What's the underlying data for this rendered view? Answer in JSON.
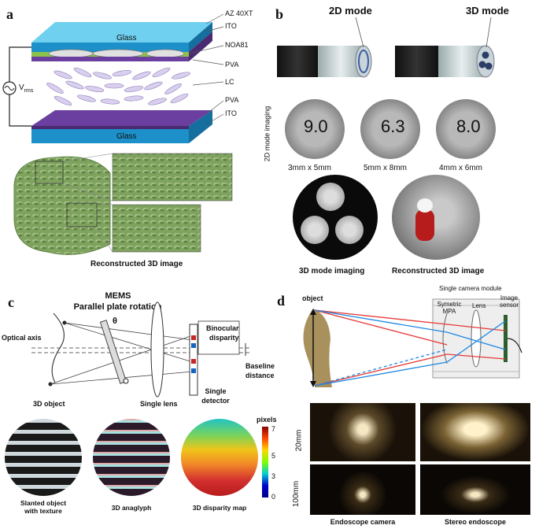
{
  "panel_a": {
    "letter": "a",
    "layers": {
      "az": "AZ 40XT",
      "ito_top": "ITO",
      "noa": "NOA81",
      "pva_top": "PVA",
      "lc": "LC",
      "pva_bottom": "PVA",
      "ito_bottom": "ITO"
    },
    "glass_top": "Glass",
    "glass_bottom": "Glass",
    "voltage": "V",
    "voltage_sub": "rms",
    "caption": "Reconstructed 3D image"
  },
  "panel_b": {
    "letter": "b",
    "mode_2d": "2D mode",
    "mode_3d": "3D mode",
    "side_label": "2D mode imaging",
    "targets": [
      {
        "number": "9.0",
        "size": "3mm x 5mm"
      },
      {
        "number": "6.3",
        "size": "5mm x 8mm"
      },
      {
        "number": "8.0",
        "size": "4mm x 6mm"
      }
    ],
    "caption_left": "3D mode imaging",
    "caption_right": "Reconstructed 3D image"
  },
  "panel_c": {
    "letter": "c",
    "title_line1": "MEMS",
    "title_line2": "Parallel plate rotation",
    "theta": "θ",
    "optical_axis": "Optical axis",
    "binocular_line1": "Binocular",
    "binocular_line2": "disparity",
    "baseline_line1": "Baseline",
    "baseline_line2": "distance",
    "object": "3D object",
    "lens": "Single lens",
    "detector_line1": "Single",
    "detector_line2": "detector",
    "colorbar_title": "pixels",
    "colorbar_ticks": [
      "7",
      "5",
      "3",
      "0"
    ],
    "captions": [
      "Slanted object\nwith texture",
      "3D anaglyph",
      "3D disparity map"
    ]
  },
  "panel_d": {
    "letter": "d",
    "object": "object",
    "module_title": "Single camera module",
    "mpa": "Symetric\nMPA",
    "lens": "Lens",
    "sensor": "Image\nsensor",
    "rows": [
      "20mm",
      "100mm"
    ],
    "captions": [
      "Endoscope camera",
      "Stereo endoscope"
    ]
  },
  "colors": {
    "glass": "#2fa6d8",
    "pva": "#6b3fa0",
    "green_layer": "#8bc34a",
    "ray_red": "#e53935",
    "ray_blue": "#1e88e5"
  }
}
